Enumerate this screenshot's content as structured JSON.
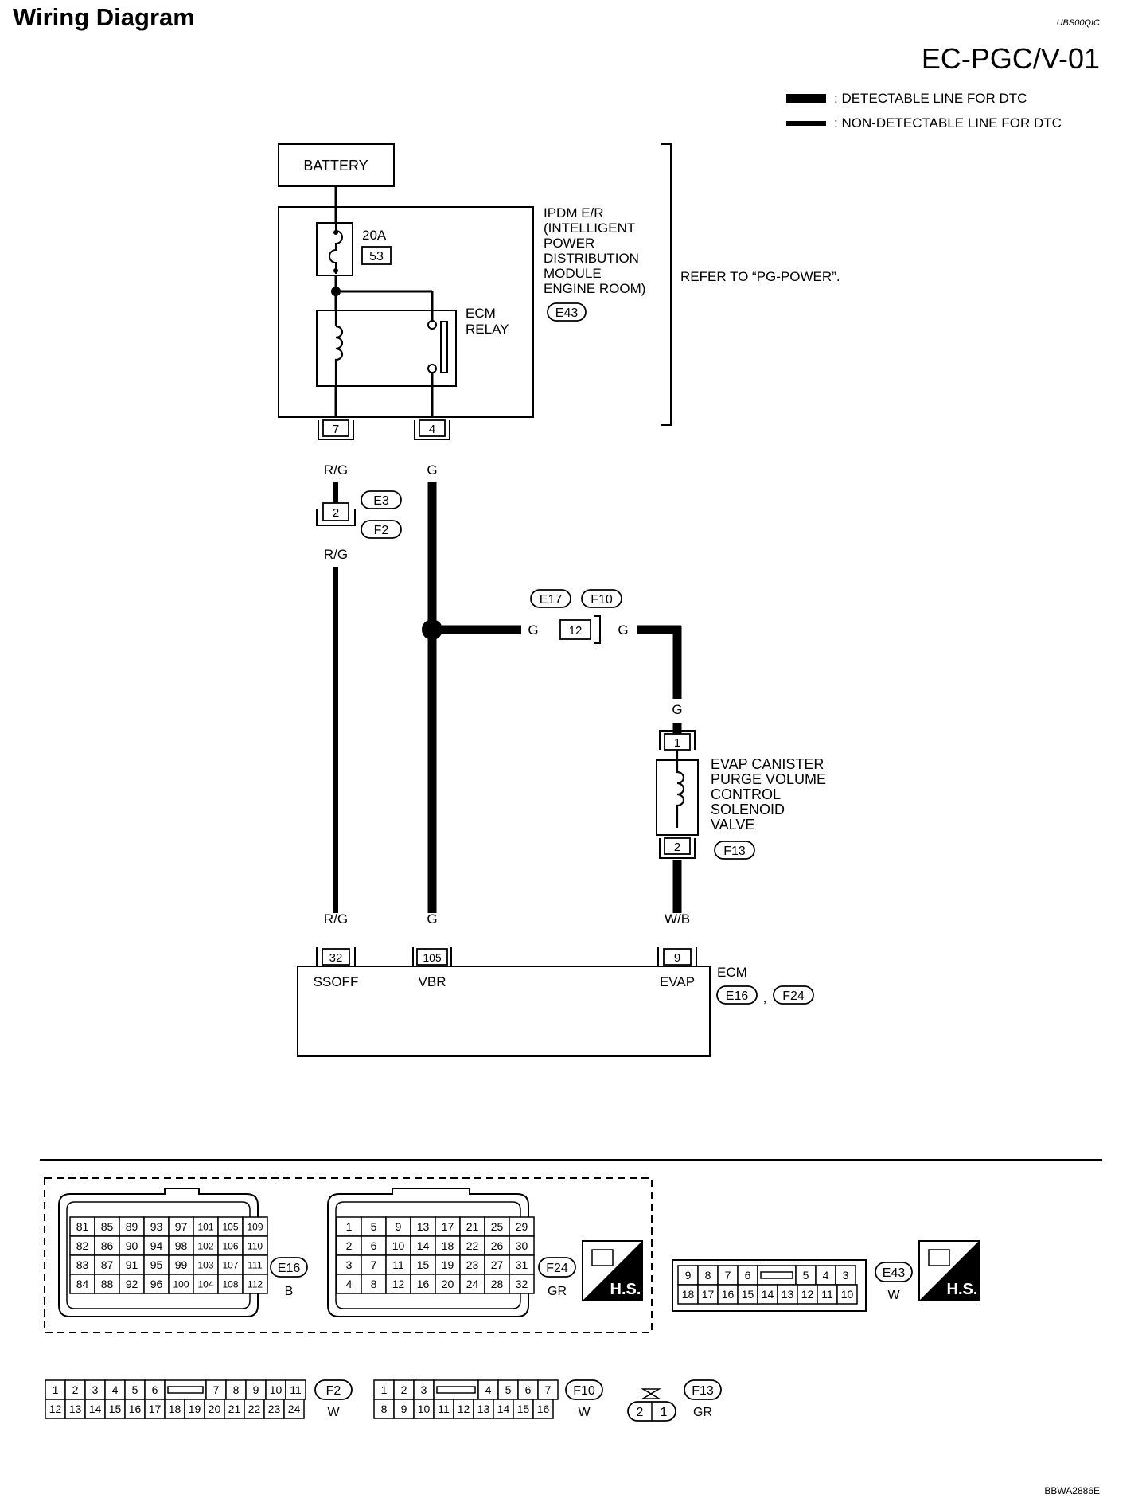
{
  "header": {
    "title": "Wiring Diagram",
    "doc_code": "UBS00QIC",
    "page_code": "EC-PGC/V-01"
  },
  "legend": {
    "detectable": ": DETECTABLE LINE FOR DTC",
    "non_detectable": ": NON-DETECTABLE LINE FOR DTC"
  },
  "battery": {
    "label": "BATTERY"
  },
  "ipdm": {
    "name_lines": [
      "IPDM E/R",
      "(INTELLIGENT",
      "POWER",
      "DISTRIBUTION",
      "MODULE",
      "ENGINE ROOM)"
    ],
    "connector": "E43",
    "fuse_rating": "20A",
    "fuse_number": "53",
    "relay_lines": [
      "ECM",
      "RELAY"
    ],
    "pin_left": "7",
    "pin_right": "4",
    "refer": "REFER TO “PG-POWER”."
  },
  "wires": {
    "rg_top": "R/G",
    "g_top": "G",
    "rg_mid": "R/G",
    "g_h_left": "G",
    "g_h_right": "G",
    "g_down": "G",
    "rg_bottom": "R/G",
    "g_bottom": "G",
    "wb_bottom": "W/B"
  },
  "joint_e3_f2": {
    "pin": "2",
    "upper": "E3",
    "lower": "F2"
  },
  "joint_e17_f10": {
    "pin": "12",
    "left": "E17",
    "right": "F10"
  },
  "valve": {
    "pin_top": "1",
    "pin_bottom": "2",
    "connector": "F13",
    "name_lines": [
      "EVAP CANISTER",
      "PURGE VOLUME",
      "CONTROL",
      "SOLENOID",
      "VALVE"
    ]
  },
  "ecm": {
    "label": "ECM",
    "connector_a": "E16",
    "separator": ",",
    "connector_b": "F24",
    "pins": [
      {
        "num": "32",
        "name": "SSOFF"
      },
      {
        "num": "105",
        "name": "VBR"
      },
      {
        "num": "9",
        "name": "EVAP"
      }
    ]
  },
  "connectors": {
    "e16": {
      "id": "E16",
      "color": "B",
      "rows": [
        [
          "81",
          "85",
          "89",
          "93",
          "97",
          "101",
          "105",
          "109"
        ],
        [
          "82",
          "86",
          "90",
          "94",
          "98",
          "102",
          "106",
          "110"
        ],
        [
          "83",
          "87",
          "91",
          "95",
          "99",
          "103",
          "107",
          "111"
        ],
        [
          "84",
          "88",
          "92",
          "96",
          "100",
          "104",
          "108",
          "112"
        ]
      ]
    },
    "f24": {
      "id": "F24",
      "color": "GR",
      "rows": [
        [
          "1",
          "5",
          "9",
          "13",
          "17",
          "21",
          "25",
          "29"
        ],
        [
          "2",
          "6",
          "10",
          "14",
          "18",
          "22",
          "26",
          "30"
        ],
        [
          "3",
          "7",
          "11",
          "15",
          "19",
          "23",
          "27",
          "31"
        ],
        [
          "4",
          "8",
          "12",
          "16",
          "20",
          "24",
          "28",
          "32"
        ]
      ]
    },
    "e43": {
      "id": "E43",
      "color": "W",
      "top": [
        "9",
        "8",
        "7",
        "6",
        "",
        "5",
        "4",
        "3"
      ],
      "bottom": [
        "18",
        "17",
        "16",
        "15",
        "14",
        "13",
        "12",
        "11",
        "10"
      ]
    },
    "f2": {
      "id": "F2",
      "color": "W",
      "top": [
        "1",
        "2",
        "3",
        "4",
        "5",
        "6",
        "",
        "7",
        "8",
        "9",
        "10",
        "11"
      ],
      "bottom": [
        "12",
        "13",
        "14",
        "15",
        "16",
        "17",
        "18",
        "19",
        "20",
        "21",
        "22",
        "23",
        "24"
      ]
    },
    "f10": {
      "id": "F10",
      "color": "W",
      "top": [
        "1",
        "2",
        "3",
        "",
        "4",
        "5",
        "6",
        "7"
      ],
      "bottom": [
        "8",
        "9",
        "10",
        "11",
        "12",
        "13",
        "14",
        "15",
        "16"
      ]
    },
    "f13": {
      "id": "F13",
      "color": "GR",
      "pins": [
        "2",
        "1"
      ]
    },
    "hs_badge": "H.S."
  },
  "footer": {
    "code": "BBWA2886E"
  }
}
